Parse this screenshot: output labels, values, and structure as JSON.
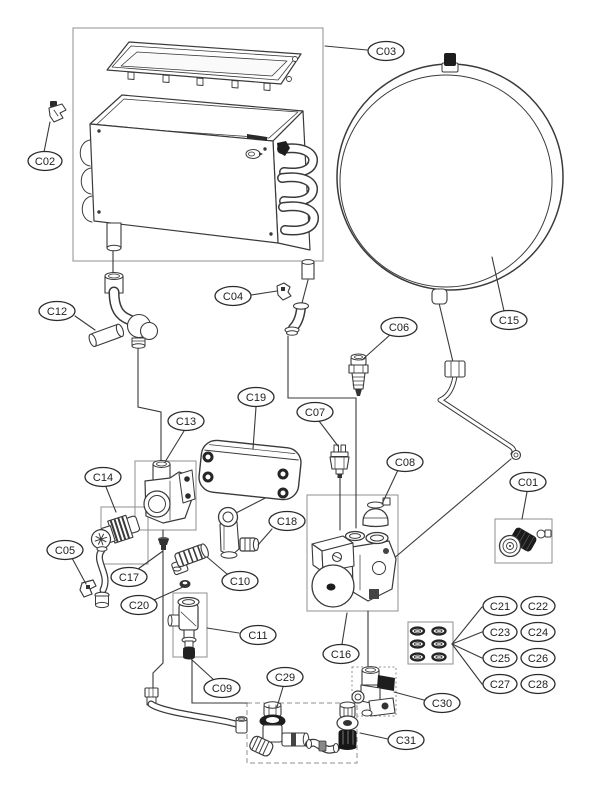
{
  "diagram": {
    "type": "exploded-parts-diagram",
    "colors": {
      "line": "#3a3a3a",
      "frame": "#8f8f8f",
      "background": "#ffffff",
      "fill_dark": "#1d1d1d"
    },
    "callouts": {
      "c01": "C01",
      "c02": "C02",
      "c03": "C03",
      "c04": "C04",
      "c05": "C05",
      "c06": "C06",
      "c07": "C07",
      "c08": "C08",
      "c09": "C09",
      "c10": "C10",
      "c11": "C11",
      "c12": "C12",
      "c13": "C13",
      "c14": "C14",
      "c15": "C15",
      "c16": "C16",
      "c17": "C17",
      "c18": "C18",
      "c19": "C19",
      "c20": "C20",
      "c21": "C21",
      "c22": "C22",
      "c23": "C23",
      "c24": "C24",
      "c25": "C25",
      "c26": "C26",
      "c27": "C27",
      "c28": "C28",
      "c29": "C29",
      "c30": "C30",
      "c31": "C31"
    }
  }
}
